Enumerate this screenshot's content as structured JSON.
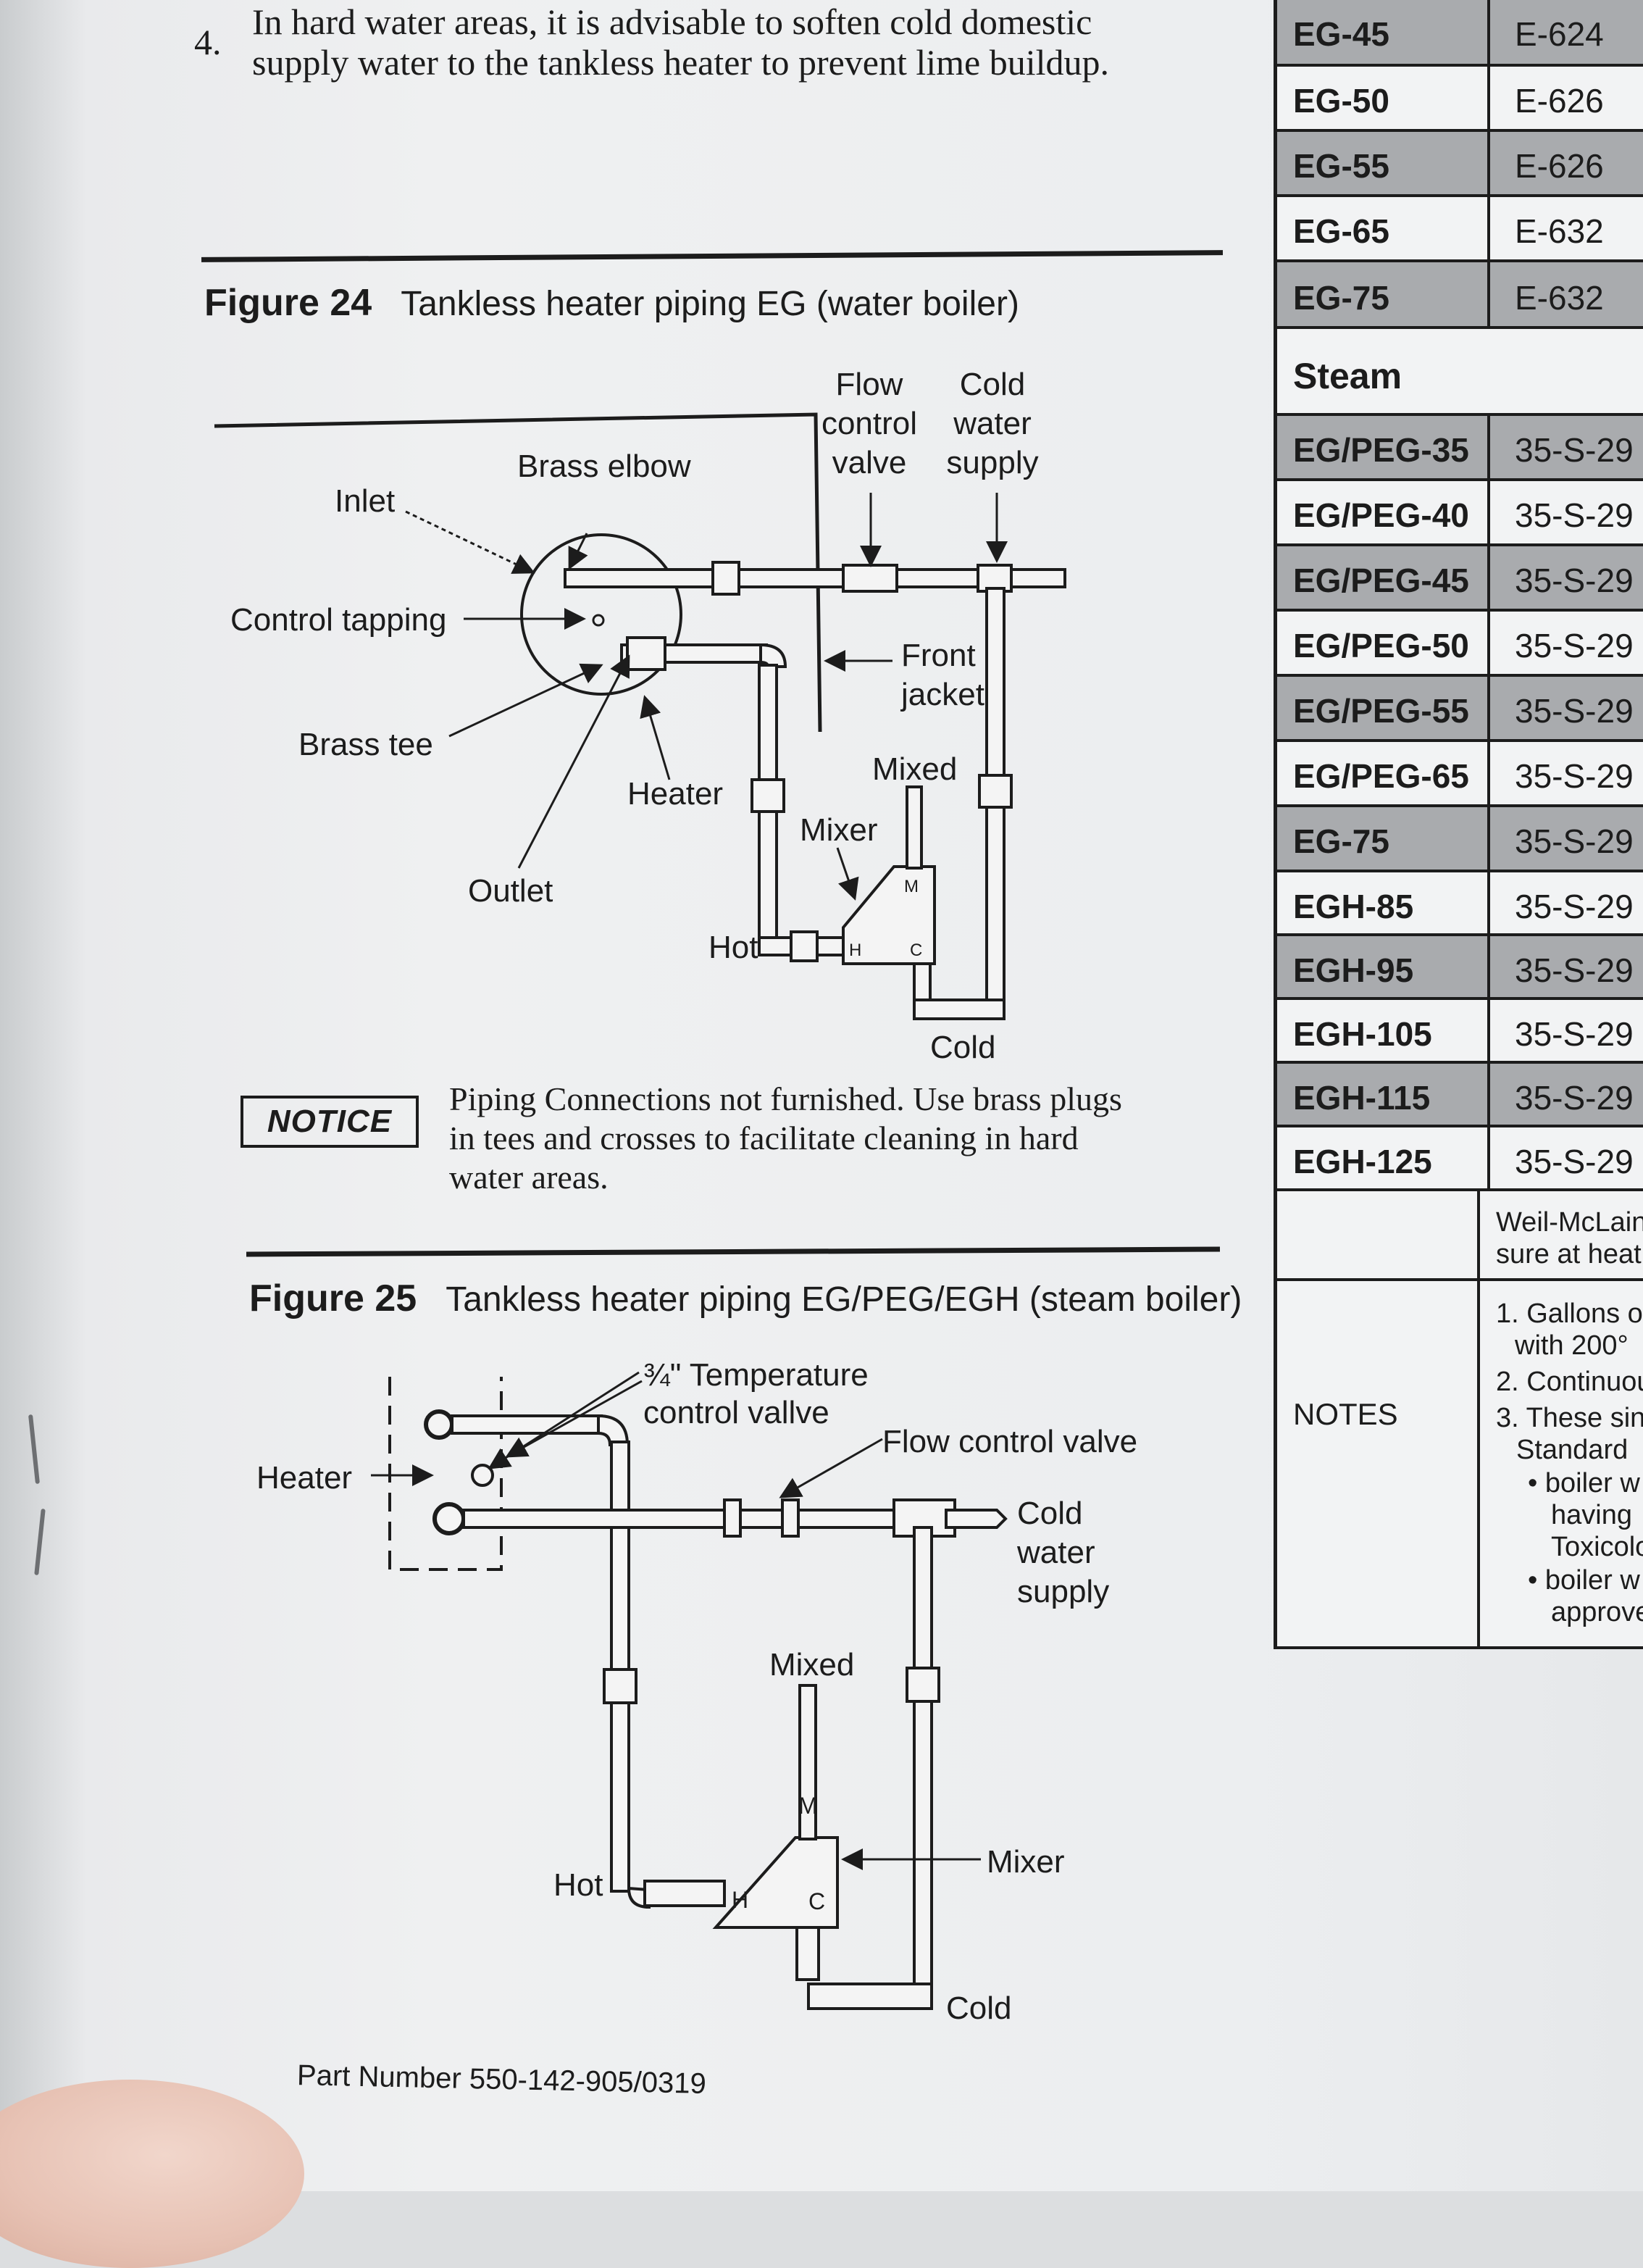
{
  "instruction": {
    "number": "4.",
    "line1": "In hard water areas, it is advisable to soften cold domestic",
    "line2": "supply water to the tankless heater to prevent lime buildup."
  },
  "figure24": {
    "number": "Figure 24",
    "title": "Tankless heater piping EG (water boiler)",
    "labels": {
      "flow_control_valve": [
        "Flow",
        "control",
        "valve"
      ],
      "cold_water_supply": [
        "Cold",
        "water",
        "supply"
      ],
      "brass_elbow": "Brass elbow",
      "inlet": "Inlet",
      "control_tapping": "Control tapping",
      "front_jacket": [
        "Front",
        "jacket"
      ],
      "brass_tee": "Brass tee",
      "mixed": "Mixed",
      "heater": "Heater",
      "mixer": "Mixer",
      "outlet": "Outlet",
      "hot": "Hot",
      "cold": "Cold",
      "mixer_m": "M",
      "mixer_h": "H",
      "mixer_c": "C"
    }
  },
  "notice": {
    "badge": "NOTICE",
    "line1": "Piping Connections not furnished. Use brass plugs",
    "line2": "in tees and crosses to facilitate cleaning in hard",
    "line3": "water areas."
  },
  "figure25": {
    "number": "Figure 25",
    "title": "Tankless heater piping EG/PEG/EGH (steam boiler)",
    "labels": {
      "temperature_control_valve": [
        "¾\" Temperature",
        "control vallve"
      ],
      "flow_control_valve": "Flow control valve",
      "heater": "Heater",
      "cold_water_supply": [
        "Cold",
        "water",
        "supply"
      ],
      "mixed": "Mixed",
      "mixer": "Mixer",
      "hot": "Hot",
      "cold": "Cold",
      "mixer_m": "M",
      "mixer_h": "H",
      "mixer_c": "C"
    }
  },
  "part_number": "Part Number 550-142-905/0319",
  "table": {
    "water_rows": [
      {
        "model": "EG-45",
        "code": "E-624",
        "shaded": true
      },
      {
        "model": "EG-50",
        "code": "E-626",
        "shaded": false
      },
      {
        "model": "EG-55",
        "code": "E-626",
        "shaded": true
      },
      {
        "model": "EG-65",
        "code": "E-632",
        "shaded": false
      },
      {
        "model": "EG-75",
        "code": "E-632",
        "shaded": true
      }
    ],
    "steam_heading": "Steam",
    "steam_rows": [
      {
        "model": "EG/PEG-35",
        "code": "35-S-29",
        "shaded": true
      },
      {
        "model": "EG/PEG-40",
        "code": "35-S-29",
        "shaded": false
      },
      {
        "model": "EG/PEG-45",
        "code": "35-S-29",
        "shaded": true
      },
      {
        "model": "EG/PEG-50",
        "code": "35-S-29",
        "shaded": false
      },
      {
        "model": "EG/PEG-55",
        "code": "35-S-29",
        "shaded": true
      },
      {
        "model": "EG/PEG-65",
        "code": "35-S-29",
        "shaded": false
      },
      {
        "model": "EG-75",
        "code": "35-S-29",
        "shaded": true
      },
      {
        "model": "EGH-85",
        "code": "35-S-29",
        "shaded": false
      },
      {
        "model": "EGH-95",
        "code": "35-S-29",
        "shaded": true
      },
      {
        "model": "EGH-105",
        "code": "35-S-29",
        "shaded": false
      },
      {
        "model": "EGH-115",
        "code": "35-S-29",
        "shaded": true
      },
      {
        "model": "EGH-125",
        "code": "35-S-29",
        "shaded": false
      }
    ],
    "footer_note": [
      "Weil-McLain",
      "sure at heat"
    ],
    "notes_label": "NOTES",
    "notes": [
      "1. Gallons o",
      "with 200°",
      "2. Continuou",
      "3. These sin",
      "Standard",
      "• boiler w",
      "having",
      "Toxicolo",
      "• boiler w",
      "approve"
    ]
  }
}
